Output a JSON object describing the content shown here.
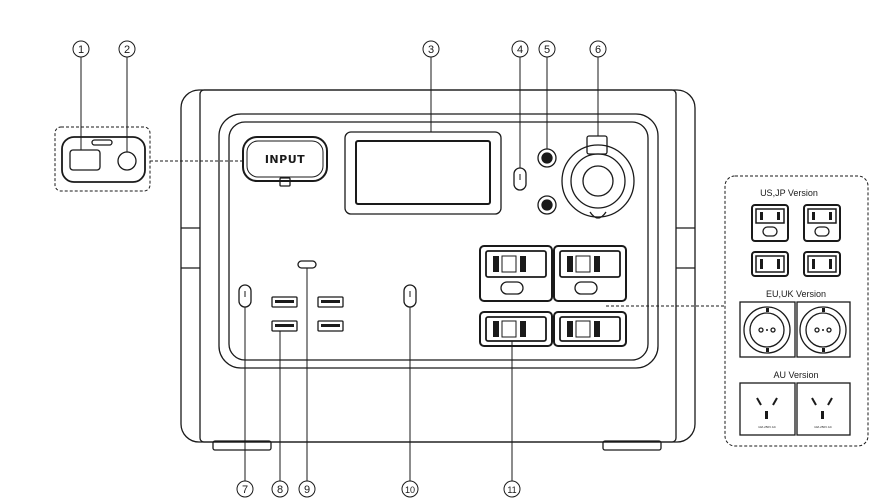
{
  "callouts": [
    "1",
    "2",
    "3",
    "4",
    "5",
    "6",
    "7",
    "8",
    "9",
    "10",
    "11"
  ],
  "input_label": "INPUT",
  "versions": {
    "us_jp": "US,JP Version",
    "eu_uk": "EU,UK Version",
    "au": "AU Version"
  },
  "au_socket_text": "10A 250V AC",
  "colors": {
    "line": "#1a1a1a",
    "background": "#ffffff"
  }
}
